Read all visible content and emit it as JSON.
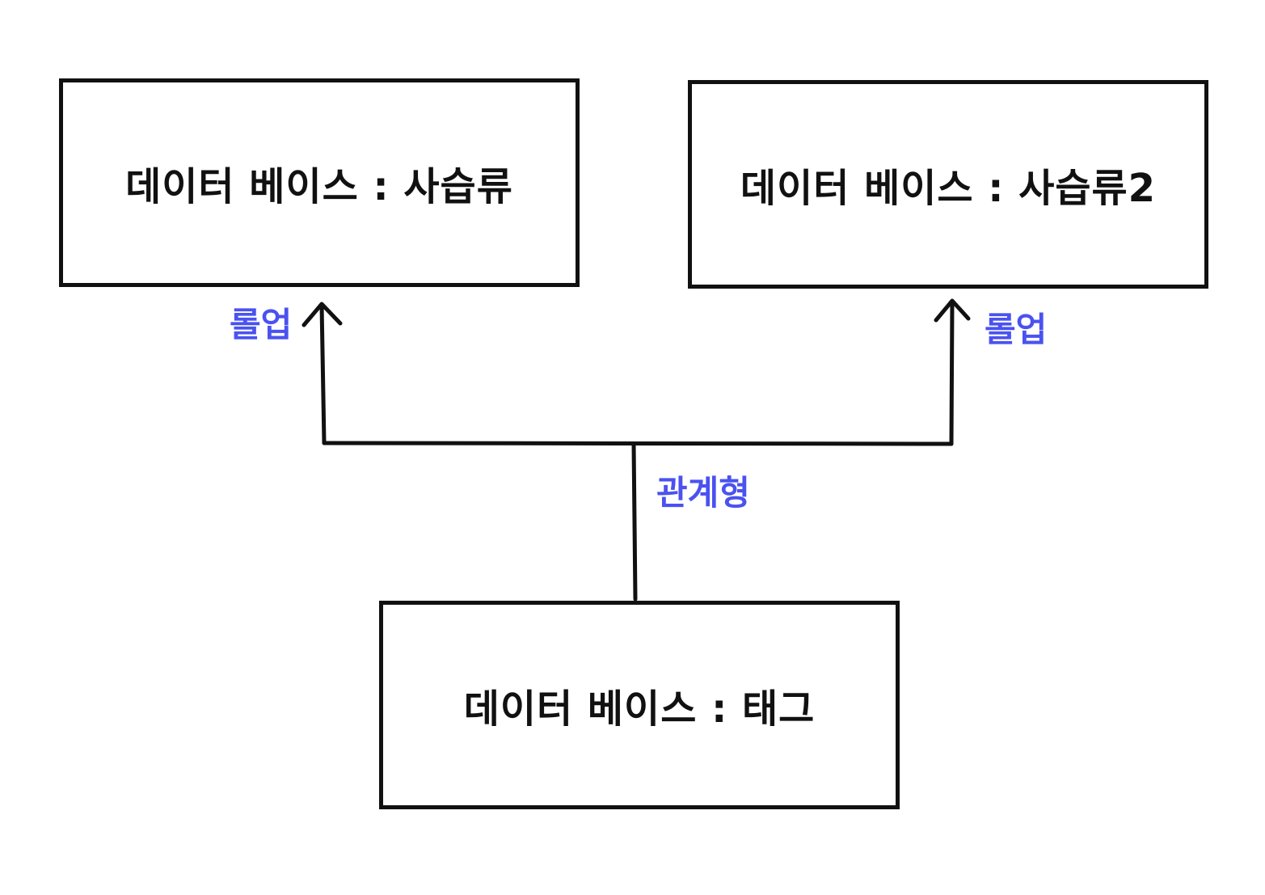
{
  "diagram": {
    "nodes": [
      {
        "id": "sushi1",
        "label": "데이터 베이스 : 사습류"
      },
      {
        "id": "sushi2",
        "label": "데이터 베이스 : 사습류2"
      },
      {
        "id": "tag",
        "label": "데이터 베이스 : 태그"
      }
    ],
    "edges": {
      "rollup_left": "롤업",
      "rollup_right": "롤업",
      "relational": "관계형"
    },
    "colors": {
      "stroke": "#111111",
      "label_accent": "#4a52f0"
    }
  }
}
